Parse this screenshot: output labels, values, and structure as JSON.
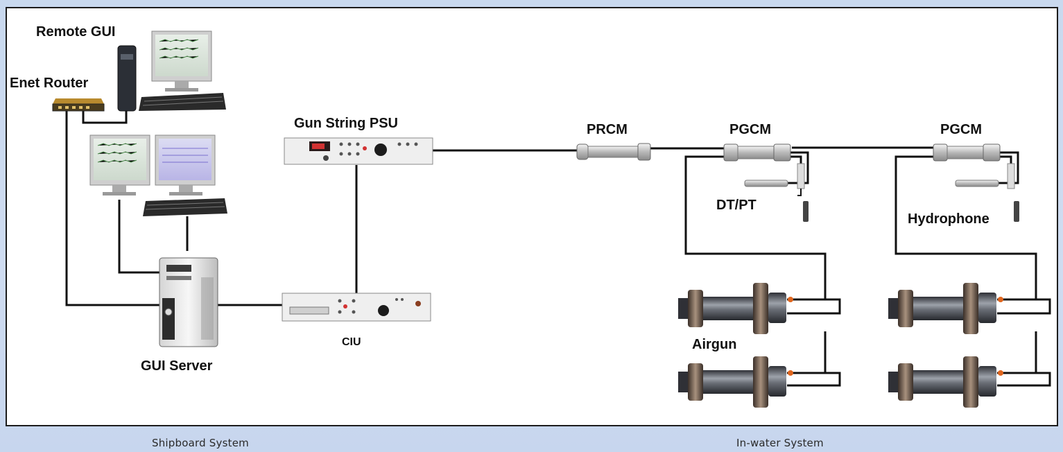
{
  "labels": {
    "remote_gui": "Remote GUI",
    "enet_router": "Enet Router",
    "gun_string_psu": "Gun String PSU",
    "gui_server": "GUI Server",
    "ciu": "CIU",
    "prcm": "PRCM",
    "pgcm_1": "PGCM",
    "pgcm_2": "PGCM",
    "dt_pt": "DT/PT",
    "hydrophone": "Hydrophone",
    "airgun": "Airgun"
  },
  "footer": {
    "shipboard": "Shipboard System",
    "in_water": "In-water System"
  },
  "colors": {
    "background": "#c9d9ef",
    "panel": "#ffffff",
    "cable": "#111111",
    "airgun_body": "#5b5e66",
    "rack_unit": "#eeeeee",
    "accent_orange": "#e0661e"
  }
}
